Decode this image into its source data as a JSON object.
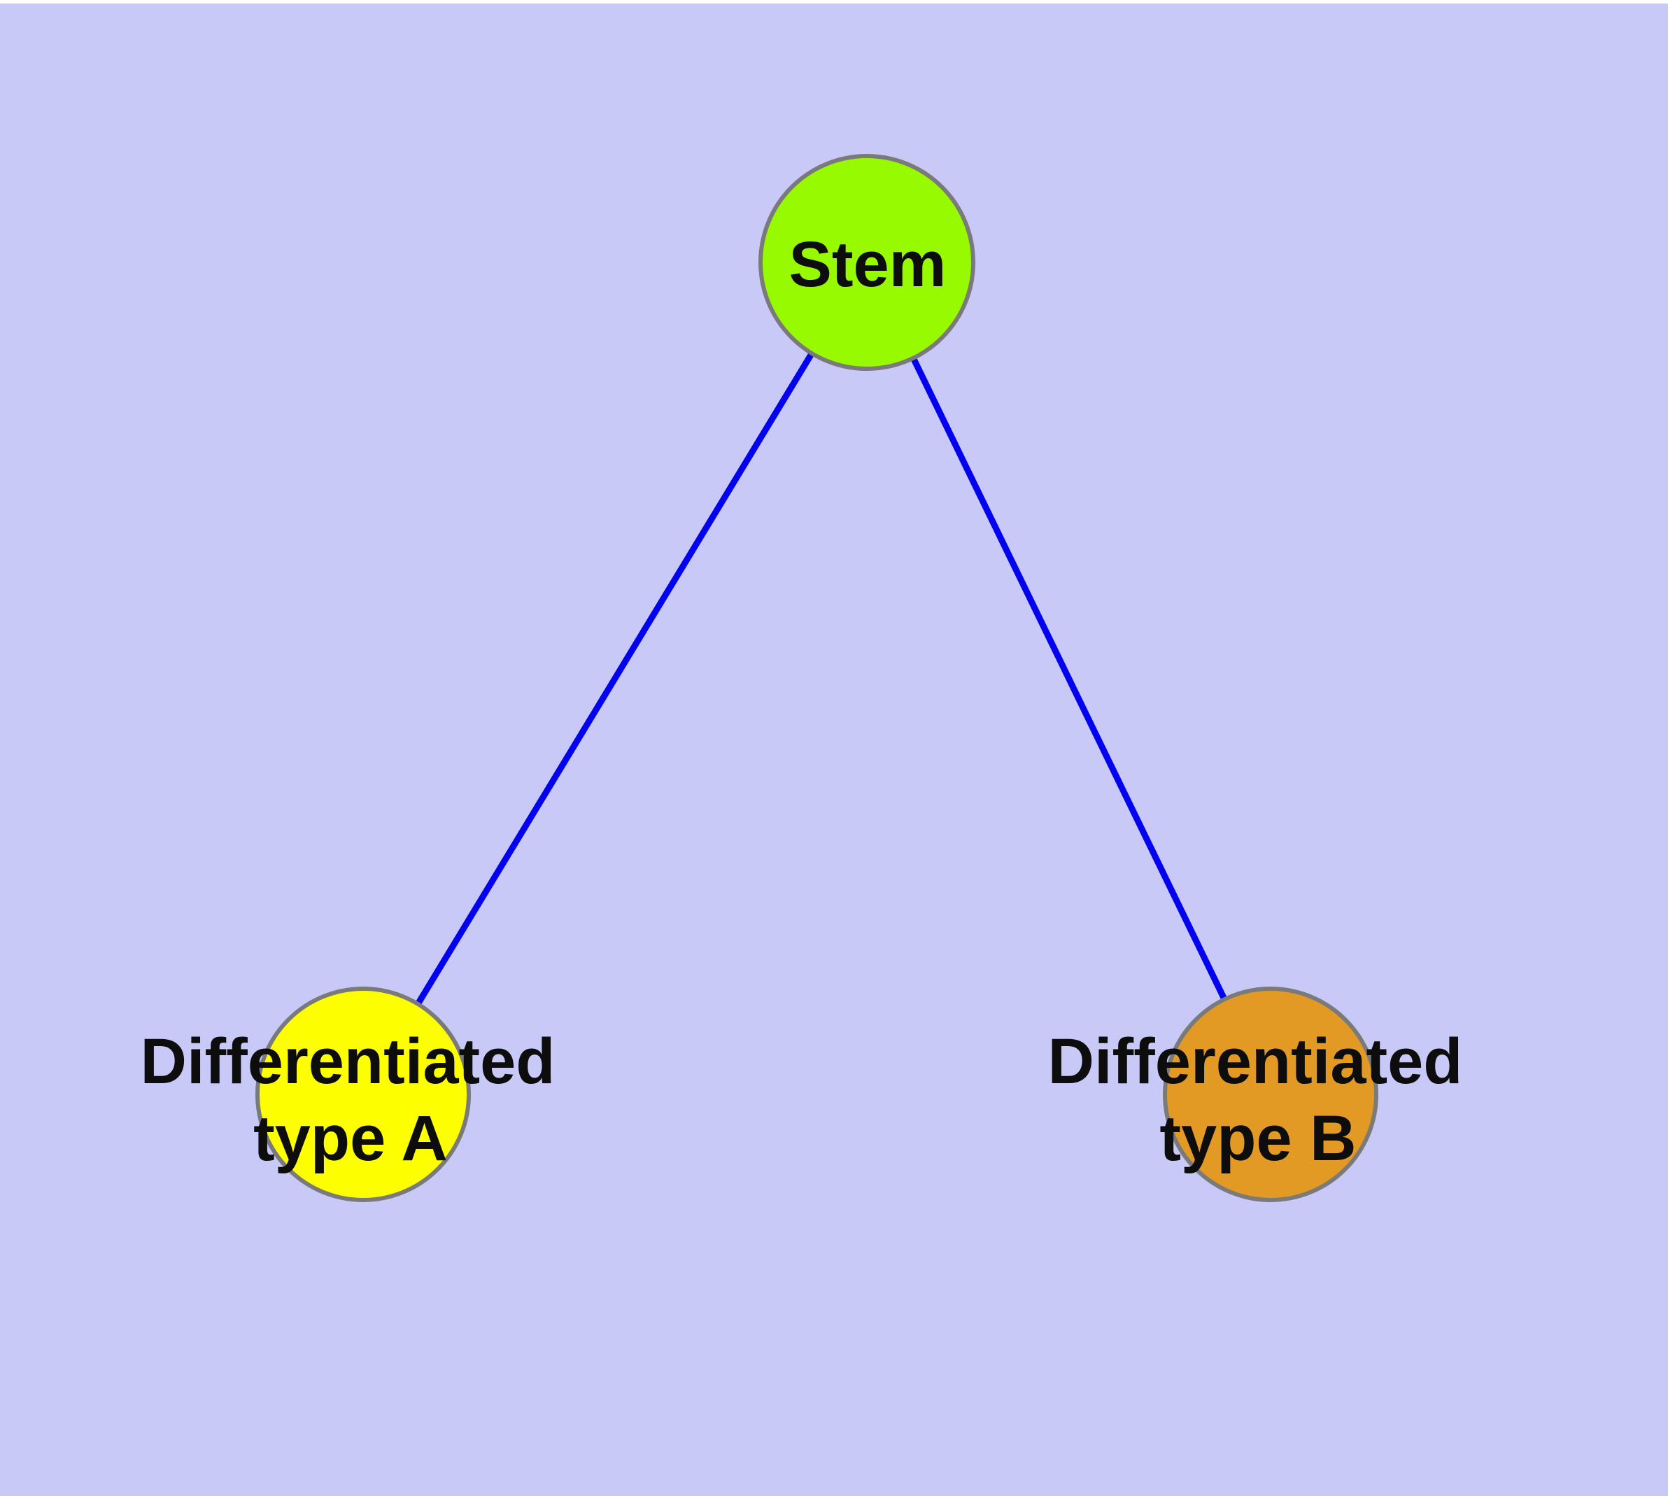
{
  "diagram": {
    "description": "Cell differentiation graph: a stem node connected to two differentiated cell type nodes",
    "background_color": "#c9c9f8",
    "edge_color": "#0202f0",
    "node_border_color": "#7a7a7a",
    "label_color": "#0d0d0d",
    "nodes": [
      {
        "id": "stem",
        "label": "Stem",
        "fill": "#98fa00"
      },
      {
        "id": "type-a",
        "label_line1": "Differentiated",
        "label_line2": "type A",
        "fill": "#fdff00"
      },
      {
        "id": "type-b",
        "label_line1": "Differentiated",
        "label_line2": "type B",
        "fill": "#e39a25"
      }
    ],
    "edges": [
      {
        "from": "stem",
        "to": "type-a"
      },
      {
        "from": "stem",
        "to": "type-b"
      }
    ]
  }
}
